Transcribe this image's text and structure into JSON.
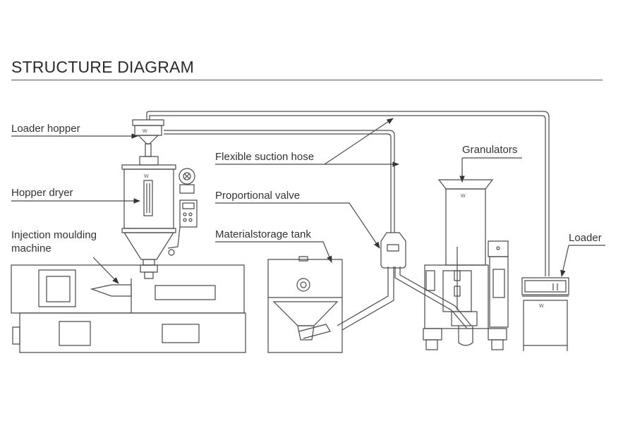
{
  "title": "STRUCTURE DIAGRAM",
  "labels": {
    "loader_hopper": "Loader hopper",
    "hopper_dryer": "Hopper dryer",
    "injection_line1": "Injection moulding",
    "injection_line2": "machine",
    "flexible_suction_hose": "Flexible suction hose",
    "proportional_valve": "Proportional valve",
    "material_storage_tank": "Materialstorage tank",
    "granulators": "Granulators",
    "loader": "Loader"
  },
  "colors": {
    "line": "#4a4a4a",
    "text": "#333333"
  }
}
